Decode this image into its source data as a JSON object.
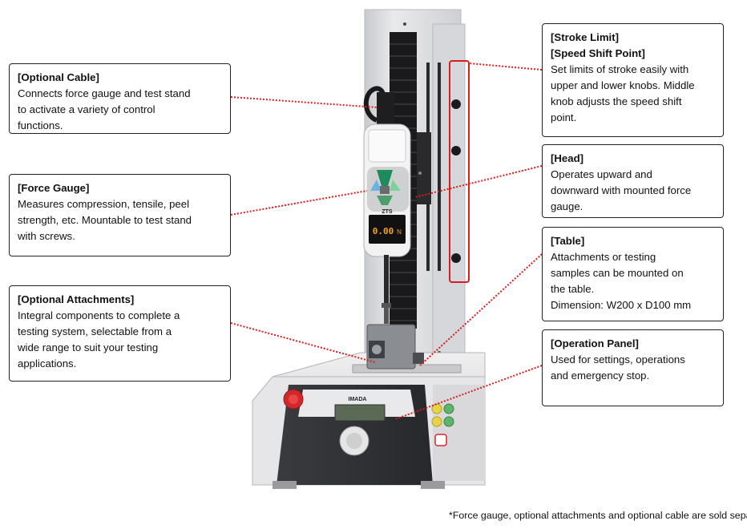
{
  "callouts": {
    "optional_cable": {
      "title": "[Optional Cable]",
      "lines": [
        "Connects force gauge and test stand",
        "to activate a variety of control",
        "functions."
      ]
    },
    "force_gauge": {
      "title": "[Force Gauge]",
      "lines": [
        "Measures compression, tensile, peel",
        "strength, etc. Mountable to test stand",
        "with screws."
      ]
    },
    "optional_attachments": {
      "title": "[Optional Attachments]",
      "lines": [
        "Integral components to complete a",
        "testing system, selectable from a",
        "wide range to suit your testing",
        "applications."
      ]
    },
    "stroke_limit": {
      "title": "[Stroke Limit]",
      "title2": "[Speed Shift Point]",
      "lines": [
        "Set limits of stroke easily with",
        "upper and lower knobs. Middle",
        "knob adjusts the speed shift",
        "point."
      ]
    },
    "head": {
      "title": "[Head]",
      "lines": [
        "Operates upward and",
        "downward with mounted force",
        "gauge."
      ]
    },
    "table": {
      "title": "[Table]",
      "lines": [
        "Attachments or testing",
        "samples can be mounted on",
        "the table.",
        "Dimension: W200 x D100 mm"
      ]
    },
    "operation_panel": {
      "title": "[Operation Panel]",
      "lines": [
        "Used for settings, operations",
        "and emergency stop."
      ]
    }
  },
  "device": {
    "gauge_brand": "ZTS",
    "gauge_reading": "0.00",
    "gauge_unit": "N",
    "stand_brand": "IMADA"
  },
  "footnote": "*Force gauge, optional attachments and optional cable are sold separately.",
  "colors": {
    "leader": "#d81e1e",
    "border": "#222222",
    "panel": "#e4e4e6",
    "column": "#dedfe2"
  }
}
